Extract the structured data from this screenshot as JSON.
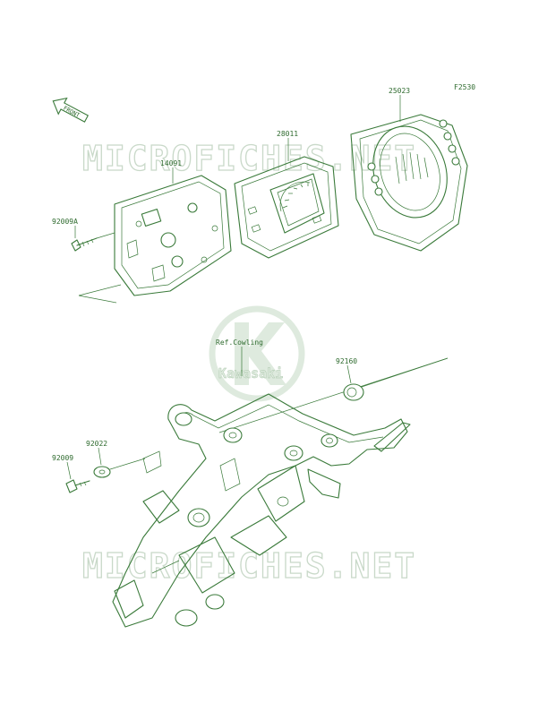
{
  "diagram_code": "F2530",
  "watermark": {
    "top": "MICROFICHES.NET",
    "bottom": "MICROFICHES.NET"
  },
  "logo": {
    "brand": "Kawasaki"
  },
  "front_indicator": "FRONT",
  "parts": [
    {
      "id": "p-25023",
      "label": "25023"
    },
    {
      "id": "p-28011",
      "label": "28011"
    },
    {
      "id": "p-14091",
      "label": "14091"
    },
    {
      "id": "p-92009A",
      "label": "92009A"
    },
    {
      "id": "p-ref-cowling",
      "label": "Ref.Cowling"
    },
    {
      "id": "p-92160",
      "label": "92160"
    },
    {
      "id": "p-92022",
      "label": "92022"
    },
    {
      "id": "p-92009",
      "label": "92009"
    }
  ],
  "colors": {
    "line": "#3a7a3a",
    "watermark": "#c9d9c9",
    "logo": "#dbe8db"
  }
}
